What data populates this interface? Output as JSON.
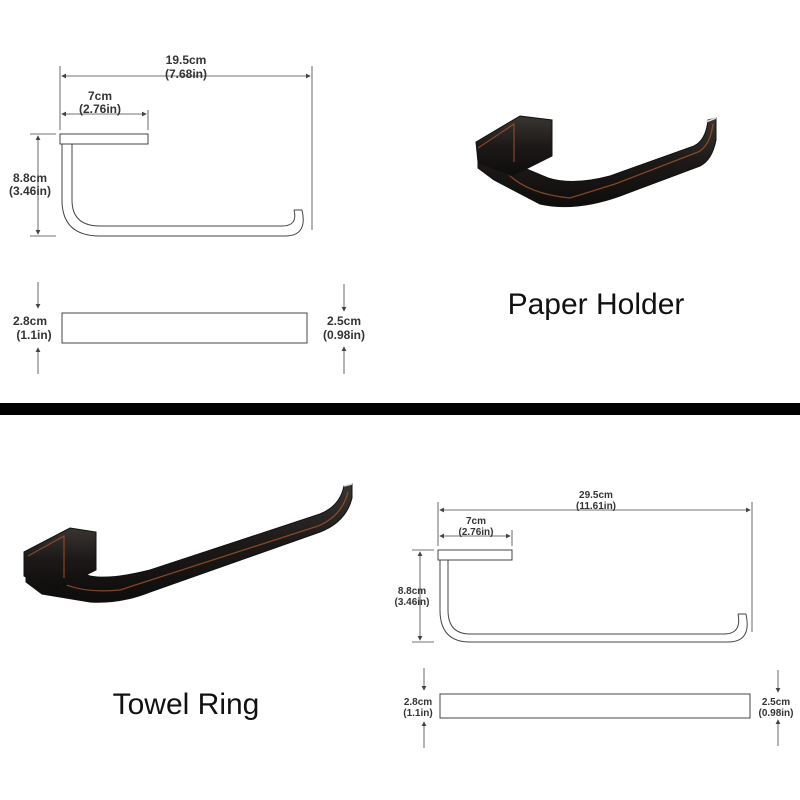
{
  "colors": {
    "product_finish": "#1e1b1a",
    "product_edge": "#7a3a22",
    "divider": "#000000",
    "line": "#444444"
  },
  "paper_holder": {
    "title": "Paper Holder",
    "dims": {
      "width": {
        "cm": "19.5cm",
        "in": "(7.68in)"
      },
      "plate": {
        "cm": "7cm",
        "in": "(2.76in)"
      },
      "height": {
        "cm": "8.8cm",
        "in": "(3.46in)"
      },
      "base_depth": {
        "cm": "2.8cm",
        "in": "(1.1in)"
      },
      "tip_depth": {
        "cm": "2.5cm",
        "in": "(0.98in)"
      }
    }
  },
  "towel_ring": {
    "title": "Towel Ring",
    "dims": {
      "width": {
        "cm": "29.5cm",
        "in": "(11.61in)"
      },
      "plate": {
        "cm": "7cm",
        "in": "(2.76in)"
      },
      "height": {
        "cm": "8.8cm",
        "in": "(3.46in)"
      },
      "base_depth": {
        "cm": "2.8cm",
        "in": "(1.1in)"
      },
      "tip_depth": {
        "cm": "2.5cm",
        "in": "(0.98in)"
      }
    }
  }
}
